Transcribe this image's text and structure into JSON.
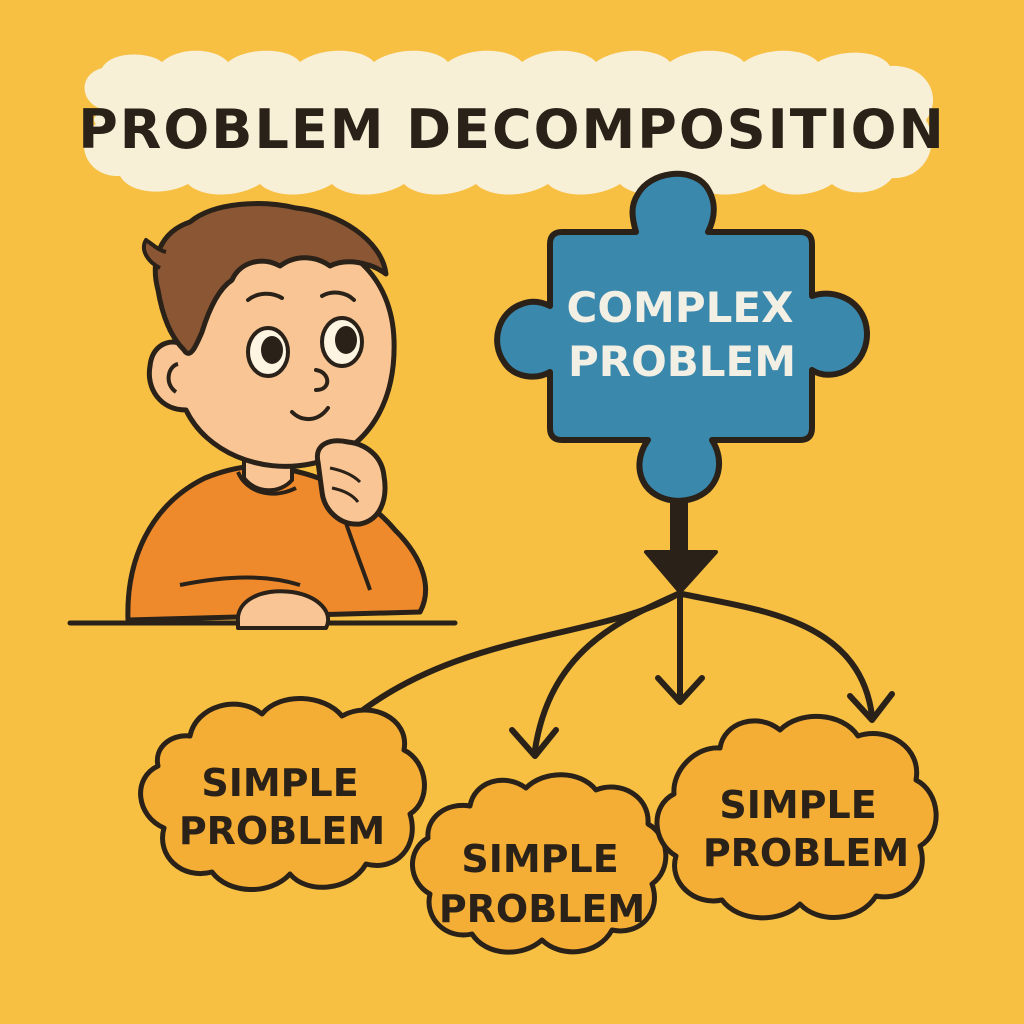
{
  "title": "PROBLEM DECOMPOSITION",
  "complex_problem": {
    "line1": "COMPLEX",
    "line2": "PROBLEM"
  },
  "simple_problems": [
    {
      "line1": "SIMPLE",
      "line2": "PROBLEM"
    },
    {
      "line1": "SIMPLE",
      "line2": "PROBLEM"
    },
    {
      "line1": "SIMPLE",
      "line2": "PROBLEM"
    }
  ],
  "colors": {
    "background": "#f7c043",
    "title_cloud": "#f7efd6",
    "puzzle_piece": "#3b88ad",
    "puzzle_text": "#f2efe4",
    "simple_cloud": "#f4ad35",
    "outline": "#2a2118",
    "shirt": "#ee8a2c",
    "skin": "#f9c594",
    "hair": "#8b5634"
  },
  "icons": {
    "character": "thinking-boy-icon",
    "puzzle": "puzzle-piece-icon"
  }
}
